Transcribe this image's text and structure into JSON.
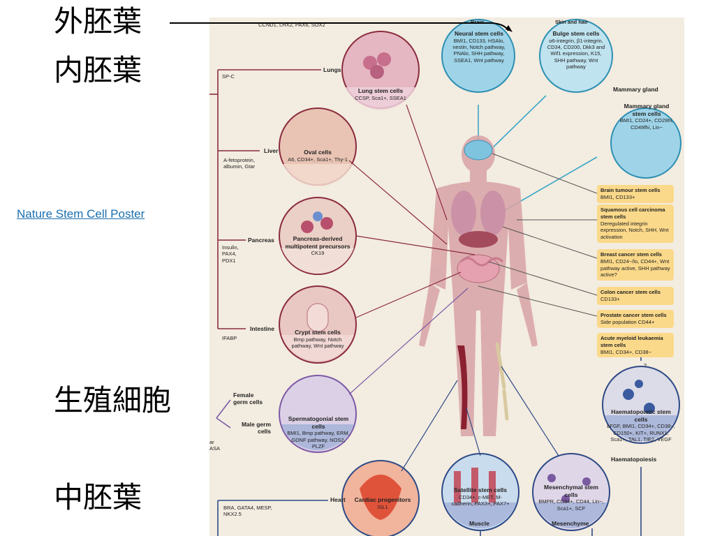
{
  "slide": {
    "labels": {
      "ectoderm": "外胚葉",
      "endoderm": "内胚葉",
      "germ_cells": "生殖細胞",
      "mesoderm": "中胚葉"
    },
    "link": "Nature Stem Cell Poster"
  },
  "poster": {
    "top_markers": "CCND1, LHX2, PAX6, SOX2",
    "brain_label": "Brain",
    "skin_label": "Skin and hair",
    "neural": {
      "title": "Neural stem cells",
      "markers": "BMI1, CD133, HSAlo, nestin, Notch pathway, PNAlo, SHH pathway, SSEA1, Wnt pathway"
    },
    "bulge": {
      "title": "Bulge stem cells",
      "markers": "α6-integrin, β1-integrin, CD34, CD200, Dkk3 and Wif1 expression, K15, SHH pathway, Wnt pathway"
    },
    "mammary": {
      "organ": "Mammary gland",
      "title": "Mammary gland stem cells",
      "markers": "BMI1, CD24+, CD29hi, CD49fhi, Lin−"
    },
    "lung": {
      "organ": "Lungs",
      "marker": "SP-C",
      "title": "Lung stem cells",
      "markers": "CCSP, Sca1+, SSEA1"
    },
    "liver": {
      "organ": "Liver",
      "marker": "A-fetoprotein, albumin, Gtar",
      "title": "Oval cells",
      "markers": "A6, CD34+, Sca1+, Thy-1"
    },
    "pancreas": {
      "organ": "Pancreas",
      "marker": "Insulin, PAX4, PDX1",
      "title": "Pancreas-derived multipotent precursors",
      "markers": "CK19"
    },
    "intestine": {
      "organ": "Intestine",
      "marker": "IFABP",
      "title": "Crypt stem cells",
      "markers": "Bmp pathway, Notch pathway, Wnt pathway"
    },
    "germ": {
      "female": "Female germ cells",
      "male": "Male germ cells",
      "title": "Spermatogonial stem cells",
      "markers": "BMI1, Bmp pathway, ERM, GDNF pathway, NOS2, PLZF",
      "side": "ar ASA"
    },
    "heart": {
      "organ": "Heart",
      "marker": "BRA, GATA4, MESP, NKX2.5",
      "title": "Cardiac progenitors",
      "markers": "ISL1"
    },
    "satellite": {
      "title": "Satellite stem cells",
      "markers": "CD34+, c-MET, M-cadherin, PAX3+, PAX7+",
      "organ": "Muscle"
    },
    "mesenchymal": {
      "title": "Mesenchymal stem cells",
      "markers": "BMPR, CD34+, CD44, Lin−, Sca1+, SCF",
      "organ": "Mesenchyme"
    },
    "haem": {
      "title": "Haematopoietic stem cells",
      "markers": "bFGF, BMI1, CD34+, CD38−, CD150+, KIT+, RUNX1, Sca1+, TAL1, TIE2, VEGF",
      "organ": "Haematopoiesis",
      "question": "?"
    },
    "cancer": [
      {
        "title": "Brain tumour stem cells",
        "markers": "BMI1, CD133+"
      },
      {
        "title": "Squamous cell carcinoma stem cells",
        "markers": "Deregulated integrin expression, Notch, SHH, Wnt activation"
      },
      {
        "title": "Breast cancer stem cells",
        "markers": "BMI1, CD24−/lo, CD44+, Wnt pathway active, SHH pathway active?"
      },
      {
        "title": "Colon cancer stem cells",
        "markers": "CD133+"
      },
      {
        "title": "Prostate cancer stem cells",
        "markers": "Side population CD44+"
      },
      {
        "title": "Acute myeloid leukaemia stem cells",
        "markers": "BMI1, CD34+, CD38−"
      }
    ],
    "colors": {
      "endoderm": "#8a2b3e",
      "germ": "#7b5aa6",
      "mesoderm": "#2d4a86",
      "ectoderm": "#3aa7c7",
      "cancer_box": "#fbd98a",
      "body": "#d9a3a6"
    }
  }
}
